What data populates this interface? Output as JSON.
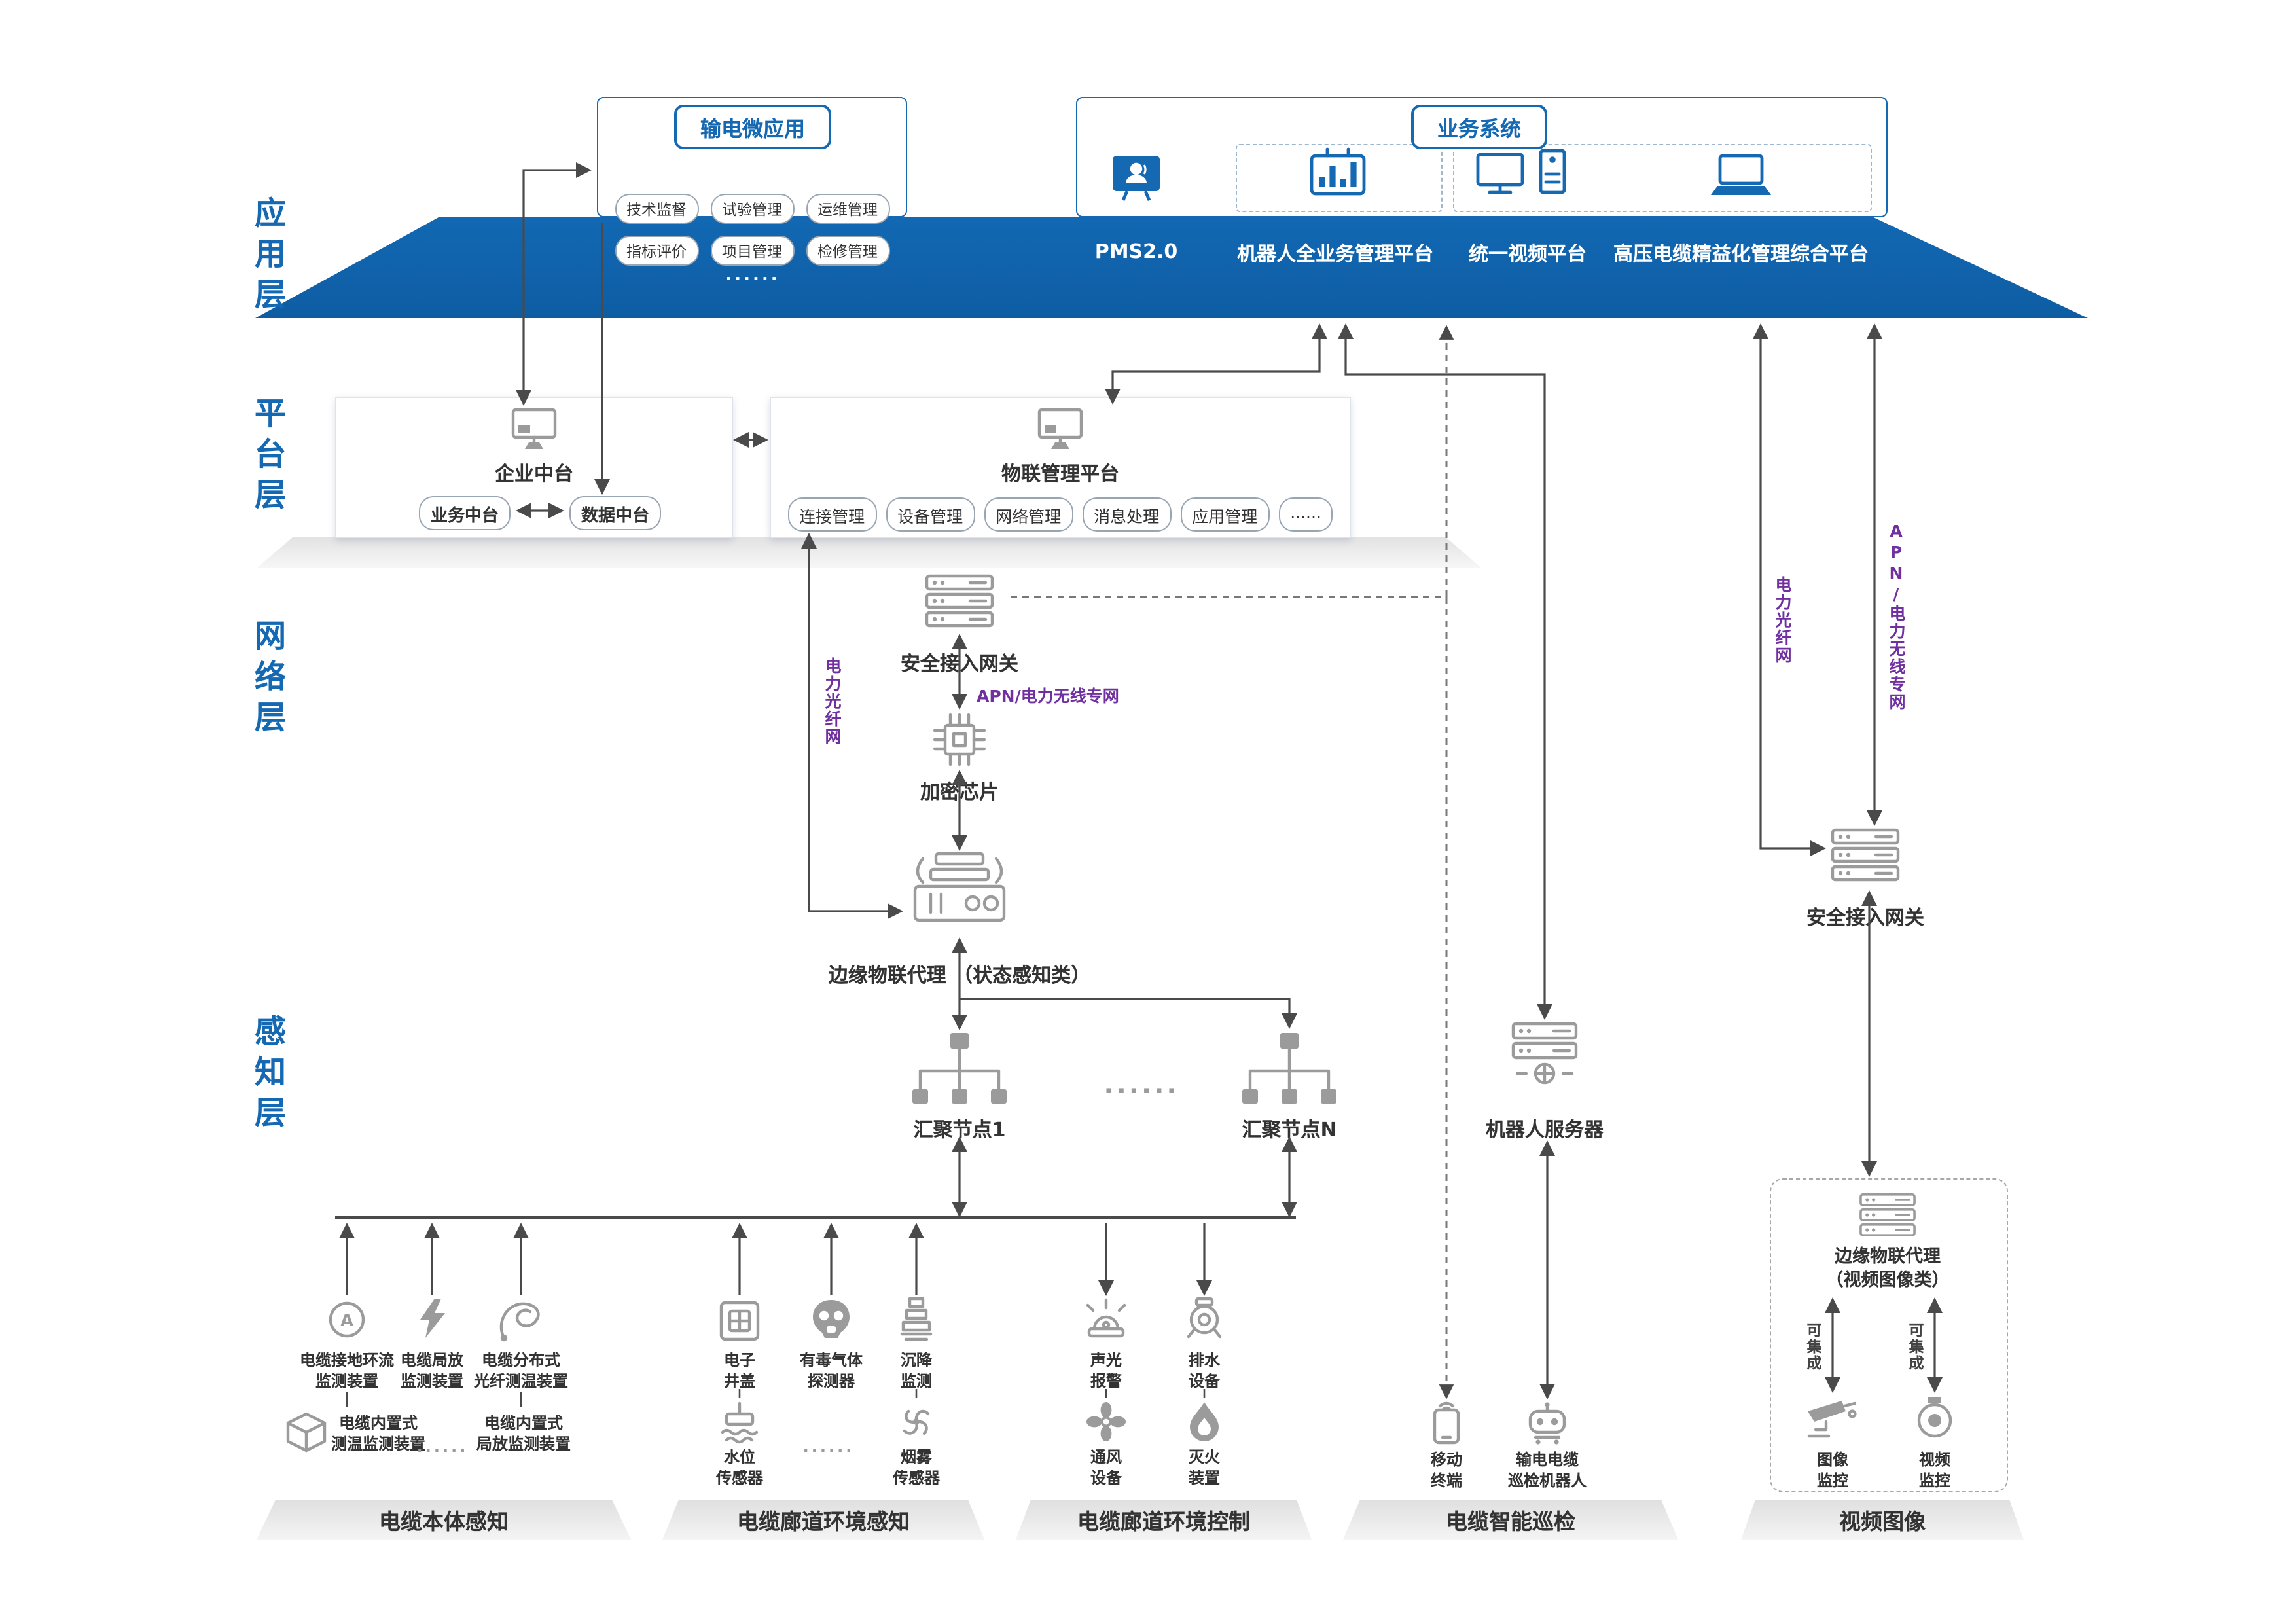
{
  "layer_labels": {
    "application": "应用层",
    "platform": "平台层",
    "network": "网络层",
    "perception": "感知层"
  },
  "micro_app": {
    "title": "输电微应用",
    "pills_row1": [
      "技术监督",
      "试验管理",
      "运维管理"
    ],
    "pills_row2": [
      "指标评价",
      "项目管理",
      "检修管理"
    ],
    "ellipsis": "......"
  },
  "business_system": {
    "title": "业务系统",
    "apps": [
      "PMS2.0",
      "机器人全业务管理平台",
      "统一视频平台",
      "高压电缆精益化管理综合平台"
    ]
  },
  "platform_layer": {
    "enterprise": {
      "title": "企业中台",
      "pills": [
        "业务中台",
        "数据中台"
      ]
    },
    "iot": {
      "title": "物联管理平台",
      "pills": [
        "连接管理",
        "设备管理",
        "网络管理",
        "消息处理",
        "应用管理",
        "......"
      ]
    }
  },
  "network_layer": {
    "gateway": "安全接入网关",
    "apn": "APN/电力无线专网",
    "chip": "加密芯片",
    "fiber_left": "电力光纤网",
    "fiber_right": "电力光纤网",
    "apn_right": "APN/电力无线专网"
  },
  "perception_layer": {
    "edge_agent_state": "边缘物联代理 （状态感知类）",
    "node1": "汇聚节点1",
    "nodeN": "汇聚节点N",
    "ellipsis": "......",
    "robot_server": "机器人服务器",
    "gateway_right": "安全接入网关",
    "edge_agent_video": "边缘物联代理\n（视频图像类）",
    "integrate_left": "可集成",
    "integrate_right": "可集成"
  },
  "sensor_groups": [
    {
      "name": "电缆本体感知",
      "ellipsis": "......",
      "sensors": [
        {
          "label": "电缆接地环流\n监测装置"
        },
        {
          "label": "电缆局放\n监测装置"
        },
        {
          "label": "电缆分布式\n光纤测温装置"
        },
        {
          "label": "电缆内置式\n测温监测装置"
        },
        {
          "label": "电缆内置式\n局放监测装置"
        }
      ]
    },
    {
      "name": "电缆廊道环境感知",
      "ellipsis": "......",
      "sensors": [
        {
          "label": "电子\n井盖"
        },
        {
          "label": "有毒气体\n探测器"
        },
        {
          "label": "沉降\n监测"
        },
        {
          "label": "水位\n传感器"
        },
        {
          "label": "烟雾\n传感器"
        }
      ]
    },
    {
      "name": "电缆廊道环境控制",
      "sensors": [
        {
          "label": "声光\n报警"
        },
        {
          "label": "排水\n设备"
        },
        {
          "label": "通风\n设备"
        },
        {
          "label": "灭火\n装置"
        }
      ]
    },
    {
      "name": "电缆智能巡检",
      "sensors": [
        {
          "label": "移动\n终端"
        },
        {
          "label": "输电电缆\n巡检机器人"
        }
      ]
    },
    {
      "name": "视频图像",
      "sensors": [
        {
          "label": "图像\n监控"
        },
        {
          "label": "视频\n监控"
        }
      ]
    }
  ],
  "colors": {
    "band_blue": "#1268b3",
    "accent_blue": "#1568b2",
    "purple": "#7030a0",
    "icon_grey": "#9b9b9b"
  }
}
